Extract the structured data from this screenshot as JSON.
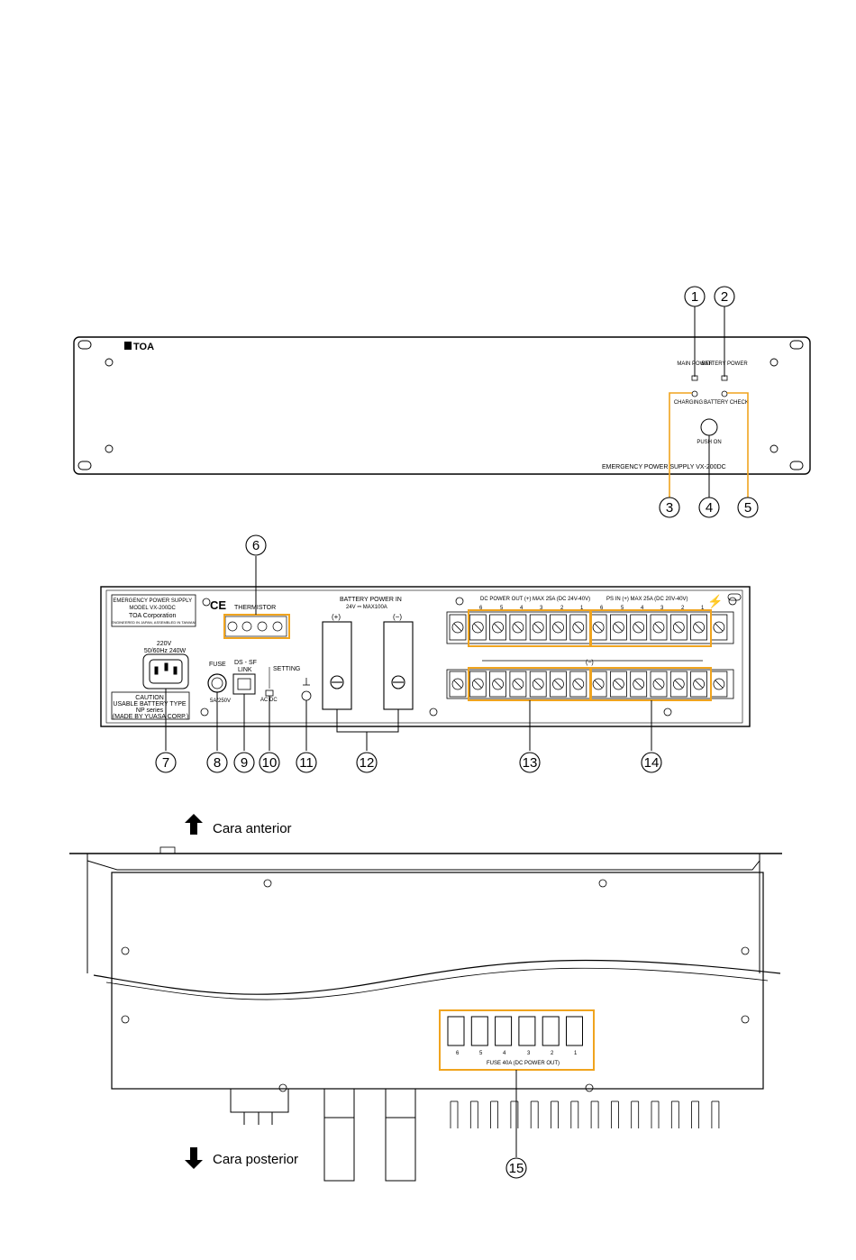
{
  "colors": {
    "highlight": "#F0A41E",
    "line": "#000000",
    "background": "#FFFFFF"
  },
  "callouts": [
    "1",
    "2",
    "3",
    "4",
    "5",
    "6",
    "7",
    "8",
    "9",
    "10",
    "11",
    "12",
    "13",
    "14",
    "15"
  ],
  "front_panel": {
    "brand": "TOA",
    "main_power": "MAIN POWER",
    "battery_power": "BATTERY POWER",
    "charging": "CHARGING",
    "battery_check": "BATTERY CHECK",
    "push_on": "PUSH ON",
    "model_text": "EMERGENCY POWER SUPPLY VX-200DC"
  },
  "rear_panel": {
    "label_lines": [
      "EMERGENCY POWER SUPPLY",
      "MODEL VX-200DC",
      "TOA Corporation",
      "ENGINEERED IN JAPAN, ASSEMBLED IN TAIWAN"
    ],
    "ce": "CE",
    "thermistor": "THERMISTOR",
    "battery_power_in": "BATTERY POWER IN",
    "battery_spec": "24V ⎓ MAX100A",
    "plus": "(+)",
    "minus": "(−)",
    "dc_power_out": "DC POWER OUT (+) MAX 25A (DC 24V-40V)",
    "ps_in": "PS IN (+) MAX 25A (DC 20V-40V)",
    "terminal_numbers": [
      "6",
      "5",
      "4",
      "3",
      "2",
      "1"
    ],
    "common": "(−)",
    "rating_lines": [
      "220V",
      "50/60Hz  240W"
    ],
    "fuse": "FUSE",
    "ds_sf": "DS - SF",
    "link": "LINK",
    "setting": "SETTING",
    "ac_dc": "AC  DC",
    "caution_lines": [
      "CAUTION",
      "USABLE BATTERY TYPE",
      "NP series",
      "(MADE BY YUASA CORP.)"
    ],
    "fuse_spec": "5A/250V"
  },
  "top_view": {
    "front_label": "Cara anterior",
    "rear_label": "Cara posterior",
    "fuse_numbers": [
      "6",
      "5",
      "4",
      "3",
      "2",
      "1"
    ],
    "fuse_caption": "FUSE 40A (DC POWER OUT)"
  }
}
